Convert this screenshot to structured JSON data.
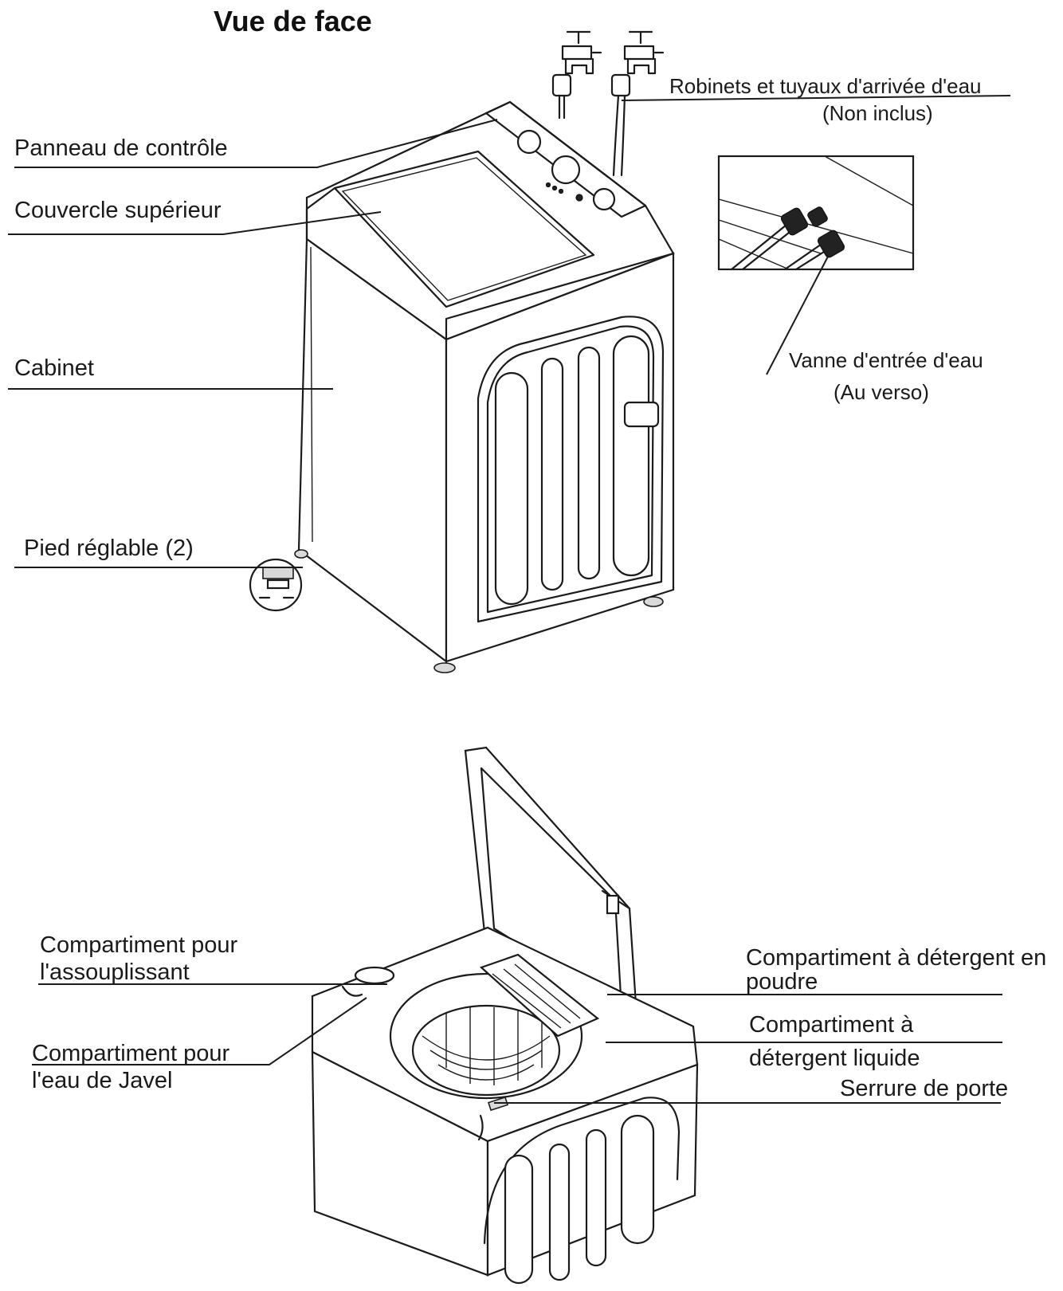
{
  "title": "Vue de face",
  "labels": {
    "control_panel": "Panneau de contrôle",
    "top_lid": "Couvercle supérieur",
    "cabinet": "Cabinet",
    "adjustable_foot": "Pied réglable (2)",
    "faucets_line1": "Robinets et tuyaux d'arrivée d'eau",
    "faucets_line2": "(Non inclus)",
    "inlet_valve_line1": "Vanne d'entrée d'eau",
    "inlet_valve_line2": "(Au verso)",
    "softener_line1": "Compartiment pour",
    "softener_line2": "l'assouplissant",
    "bleach_line1": "Compartiment pour",
    "bleach_line2": "l'eau de Javel",
    "powder_line1": "Compartiment à détergent en",
    "powder_line2": "poudre",
    "liquid_line1": "Compartiment à",
    "liquid_line2": "détergent liquide",
    "door_lock": "Serrure de porte"
  }
}
